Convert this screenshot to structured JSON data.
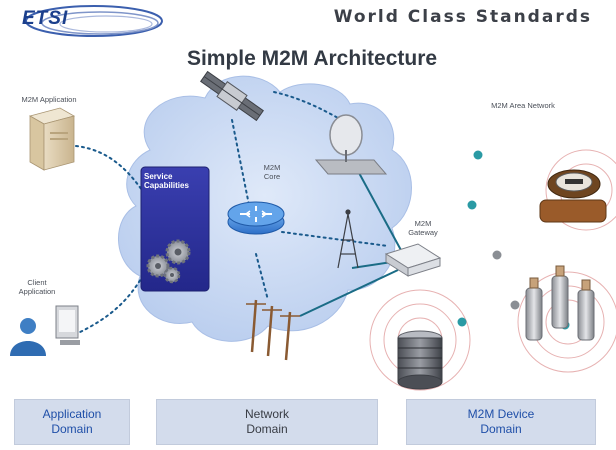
{
  "header": {
    "logo_text": "ETSI",
    "tagline": "World Class Standards"
  },
  "diagram": {
    "title": "Simple M2M Architecture",
    "nodes": {
      "m2m_application": "M2M Application",
      "client_application": "Client Application",
      "service_capabilities": "Service Capabilities",
      "m2m_core": "M2M Core",
      "m2m_gateway": "M2M Gateway",
      "m2m_area_network": "M2M Area Network"
    },
    "domains": {
      "application": [
        "Application",
        "Domain"
      ],
      "network": [
        "Network",
        "Domain"
      ],
      "device": [
        "M2M Device",
        "Domain"
      ]
    }
  },
  "colors": {
    "cloud": "#c8d8f2",
    "service_box": "#2b2f9e",
    "link": "#1a6c86",
    "dotted_link": "#1a5a8c",
    "domain_box": "#d3dcec",
    "accent_dot": "#2a9aa4",
    "gray_dot": "#8a8e94"
  }
}
